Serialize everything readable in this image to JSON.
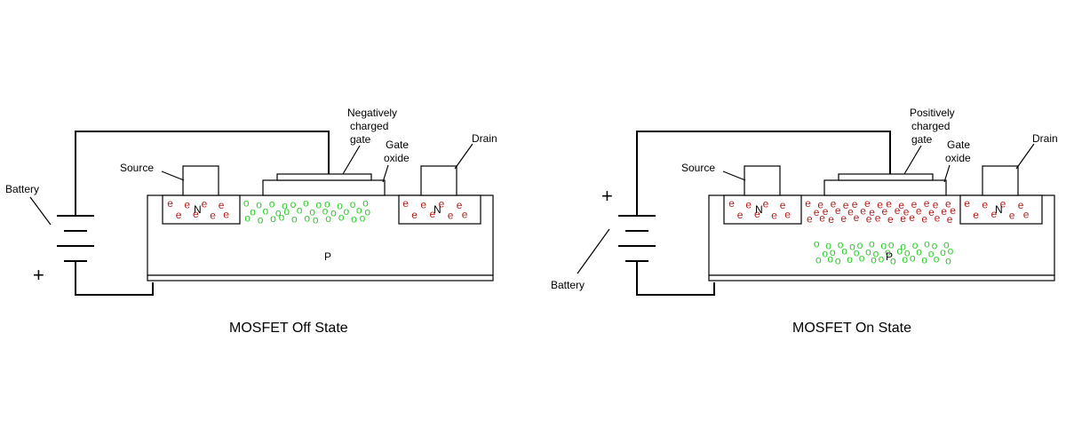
{
  "left_panel": {
    "battery_label": "Battery",
    "battery_sign": "+",
    "source_label": "Source",
    "gate_label": "Negatively\ncharged\ngate",
    "oxide_label": "Gate\noxide",
    "drain_label": "Drain",
    "n_label": "N",
    "p_label": "P",
    "electron_symbol": "e",
    "hole_symbol": "o",
    "caption": "MOSFET Off State"
  },
  "right_panel": {
    "battery_label": "Battery",
    "battery_sign": "+",
    "source_label": "Source",
    "gate_label": "Positively\ncharged\ngate",
    "oxide_label": "Gate\noxide",
    "drain_label": "Drain",
    "n_label": "N",
    "p_label": "P",
    "electron_symbol": "e",
    "hole_symbol": "o",
    "caption": "MOSFET On State"
  },
  "colors": {
    "electron": "#b22222",
    "hole": "#2ecc2e",
    "line": "#000000"
  }
}
